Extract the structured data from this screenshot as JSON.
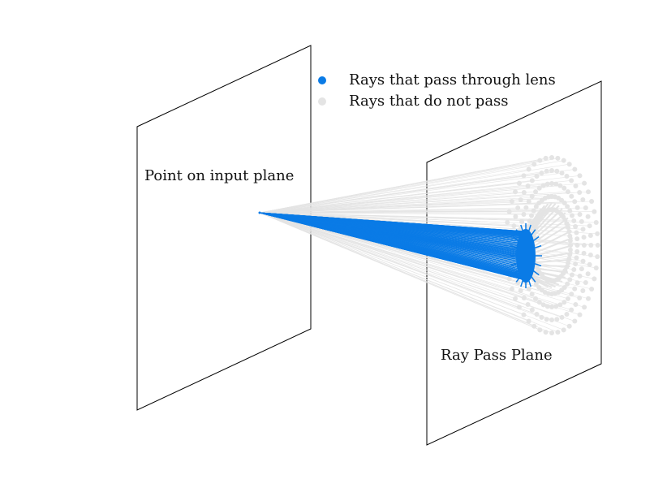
{
  "legend": {
    "pass": {
      "label": "Rays that pass through lens",
      "color": "#0a7be6"
    },
    "blocked": {
      "label": "Rays that do not pass",
      "color": "#e4e4e4"
    }
  },
  "input_plane": {
    "label": "Point on input plane"
  },
  "pass_plane": {
    "label": "Ray Pass Plane"
  },
  "colors": {
    "plane_edge": "#000000",
    "background": "#ffffff"
  }
}
